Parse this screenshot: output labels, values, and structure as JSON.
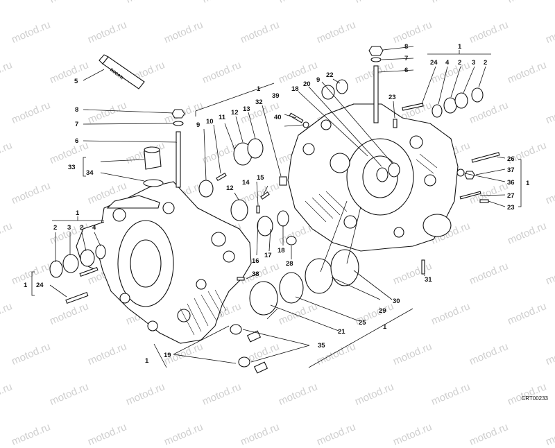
{
  "watermark_text": "motod.ru",
  "drawing_code": "CRT00233",
  "tube_brand": "DUCATI",
  "callouts": {
    "n1": "1",
    "n2": "2",
    "n3": "3",
    "n4": "4",
    "n5": "5",
    "n6": "6",
    "n7": "7",
    "n8": "8",
    "n9": "9",
    "n10": "10",
    "n11": "11",
    "n12": "12",
    "n13": "13",
    "n14": "14",
    "n15": "15",
    "n16": "16",
    "n17": "17",
    "n18": "18",
    "n19": "19",
    "n20": "20",
    "n21": "21",
    "n22": "22",
    "n23": "23",
    "n24": "24",
    "n25": "25",
    "n26": "26",
    "n27": "27",
    "n28": "28",
    "n29": "29",
    "n30": "30",
    "n31": "31",
    "n32": "32",
    "n33": "33",
    "n34": "34",
    "n35": "35",
    "n36": "36",
    "n37": "37",
    "n38": "38",
    "n39": "39",
    "n40": "40"
  }
}
